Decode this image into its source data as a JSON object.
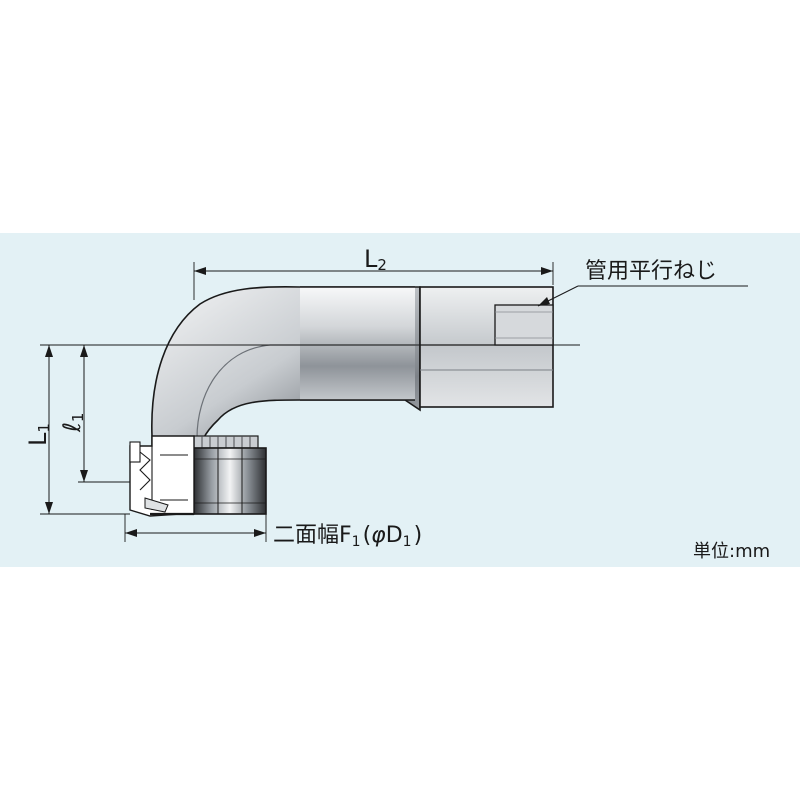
{
  "labels": {
    "L2_main": "L",
    "L2_sub": "2",
    "L1_main": "L",
    "L1_sub": "1",
    "l1_main": "ℓ",
    "l1_sub": "1",
    "thread": "管用平行ねじ",
    "f1_prefix": "二面幅F",
    "f1_sub1": "1",
    "f1_paren_open": "(",
    "f1_phi": "φ",
    "f1_d": "D",
    "f1_sub2": "1",
    "f1_paren_close": ")",
    "unit": "単位:mm"
  },
  "colors": {
    "panel": "#e3f1f5",
    "metal_light": "#d9dcde",
    "metal_mid": "#9ea3a8",
    "metal_dark": "#3a3c3f",
    "line": "#1a1a1a"
  }
}
